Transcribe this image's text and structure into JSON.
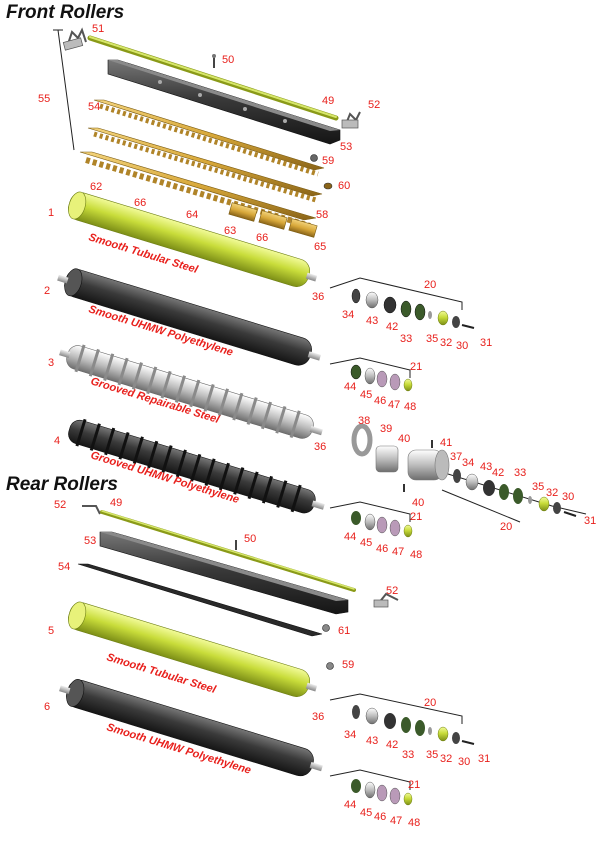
{
  "sections": {
    "front_title": "Front Rollers",
    "rear_title": "Rear Rollers"
  },
  "colors": {
    "label_red": "#e8201c",
    "lime": "#c8dc3a",
    "gold": "#d8a83a",
    "dark": "#3a3a3a",
    "silver": "#c0c0c0"
  },
  "rollers": {
    "smooth_tubular_steel": "Smooth Tubular Steel",
    "smooth_uhmw": "Smooth UHMW Polyethylene",
    "grooved_repairable": "Grooved Repairable Steel",
    "grooved_uhmw": "Grooved UHMW Polyethylene",
    "rear_smooth_tubular": "Smooth Tubular Steel",
    "rear_smooth_uhmw": "Smooth UHMW Polyethylene"
  },
  "callouts": {
    "c51": "51",
    "c50a": "50",
    "c55": "55",
    "c49a": "49",
    "c52a": "52",
    "c54a": "54",
    "c53a": "53",
    "c59a": "59",
    "c60": "60",
    "c62": "62",
    "c66a": "66",
    "c64": "64",
    "c58": "58",
    "c1": "1",
    "c63": "63",
    "c66b": "66",
    "c65": "65",
    "c20a": "20",
    "c2": "2",
    "c36a": "36",
    "c34a": "34",
    "c43a": "43",
    "c42a": "42",
    "c33a": "33",
    "c35a": "35",
    "c32a": "32",
    "c30a": "30",
    "c31a": "31",
    "c3": "3",
    "c21a": "21",
    "c44a": "44",
    "c45a": "45",
    "c46a": "46",
    "c47a": "47",
    "c48a": "48",
    "c36b": "36",
    "c38": "38",
    "c39": "39",
    "c40a": "40",
    "c41": "41",
    "c40b": "40",
    "c4": "4",
    "c37": "37",
    "c34b": "34",
    "c43b": "43",
    "c42b": "42",
    "c33b": "33",
    "c35b": "35",
    "c32b": "32",
    "c30b": "30",
    "c31b": "31",
    "c20b": "20",
    "c21b": "21",
    "c44b": "44",
    "c45b": "45",
    "c46b": "46",
    "c47b": "47",
    "c48b": "48",
    "c52b": "52",
    "c49b": "49",
    "c50b": "50",
    "c53b": "53",
    "c54b": "54",
    "c52c": "52",
    "c61": "61",
    "c5": "5",
    "c59b": "59",
    "c20c": "20",
    "c6": "6",
    "c36c": "36",
    "c34c": "34",
    "c43c": "43",
    "c42c": "42",
    "c33c": "33",
    "c35c": "35",
    "c32c": "32",
    "c30c": "30",
    "c31c": "31",
    "c21c": "21",
    "c44c": "44",
    "c45c": "45",
    "c46c": "46",
    "c47c": "47",
    "c48c": "48"
  }
}
